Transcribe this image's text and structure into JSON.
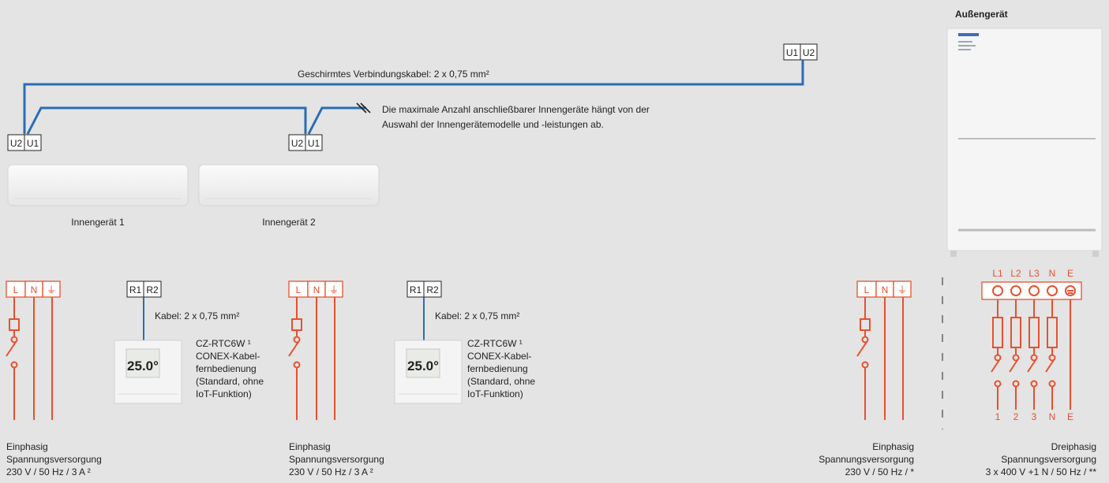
{
  "outdoor": {
    "title": "Außengerät",
    "terminal": [
      "U1",
      "U2"
    ],
    "power_terminal": [
      "L1",
      "L2",
      "L3",
      "N",
      "E"
    ],
    "power_bottom": [
      "1",
      "2",
      "3",
      "N",
      "E"
    ],
    "power_label": [
      "Dreiphasig",
      "Spannungsversorgung",
      "3 x 400 V +1 N / 50 Hz / **"
    ]
  },
  "bus_cable_label": "Geschirmtes Verbindungskabel: 2 x 0,75 mm²",
  "note": [
    "Die maximale Anzahl anschließbarer Innengeräte hängt von der",
    "Auswahl der Innengerätemodelle und -leistungen ab."
  ],
  "indoor_units": [
    {
      "label": "Innengerät 1",
      "terminal": [
        "U2",
        "U1"
      ]
    },
    {
      "label": "Innengerät 2",
      "terminal": [
        "U2",
        "U1"
      ]
    }
  ],
  "power_terminal": [
    "L",
    "N",
    "⏚"
  ],
  "power_supplies": [
    {
      "lines": [
        "Einphasig",
        "Spannungsversorgung",
        "230 V / 50 Hz / 3 A ²"
      ]
    },
    {
      "lines": [
        "Einphasig",
        "Spannungsversorgung",
        "230 V / 50 Hz / 3 A ²"
      ]
    },
    {
      "lines": [
        "Einphasig",
        "Spannungsversorgung",
        "230 V / 50 Hz / *"
      ]
    }
  ],
  "remotes": [
    {
      "terminal": [
        "R1",
        "R2"
      ],
      "cable": "Kabel: 2 x 0,75 mm²",
      "display": "25.0°",
      "desc": [
        "CZ-RTC6W ¹",
        "CONEX-Kabel-",
        "fernbedienung",
        "(Standard, ohne",
        "IoT-Funktion)"
      ]
    },
    {
      "terminal": [
        "R1",
        "R2"
      ],
      "cable": "Kabel: 2 x 0,75 mm²",
      "display": "25.0°",
      "desc": [
        "CZ-RTC6W ¹",
        "CONEX-Kabel-",
        "fernbedienung",
        "(Standard, ohne",
        "IoT-Funktion)"
      ]
    }
  ],
  "colors": {
    "background": "#e4e4e4",
    "bus_cable": "#2a6db5",
    "power": "#e8502f"
  }
}
